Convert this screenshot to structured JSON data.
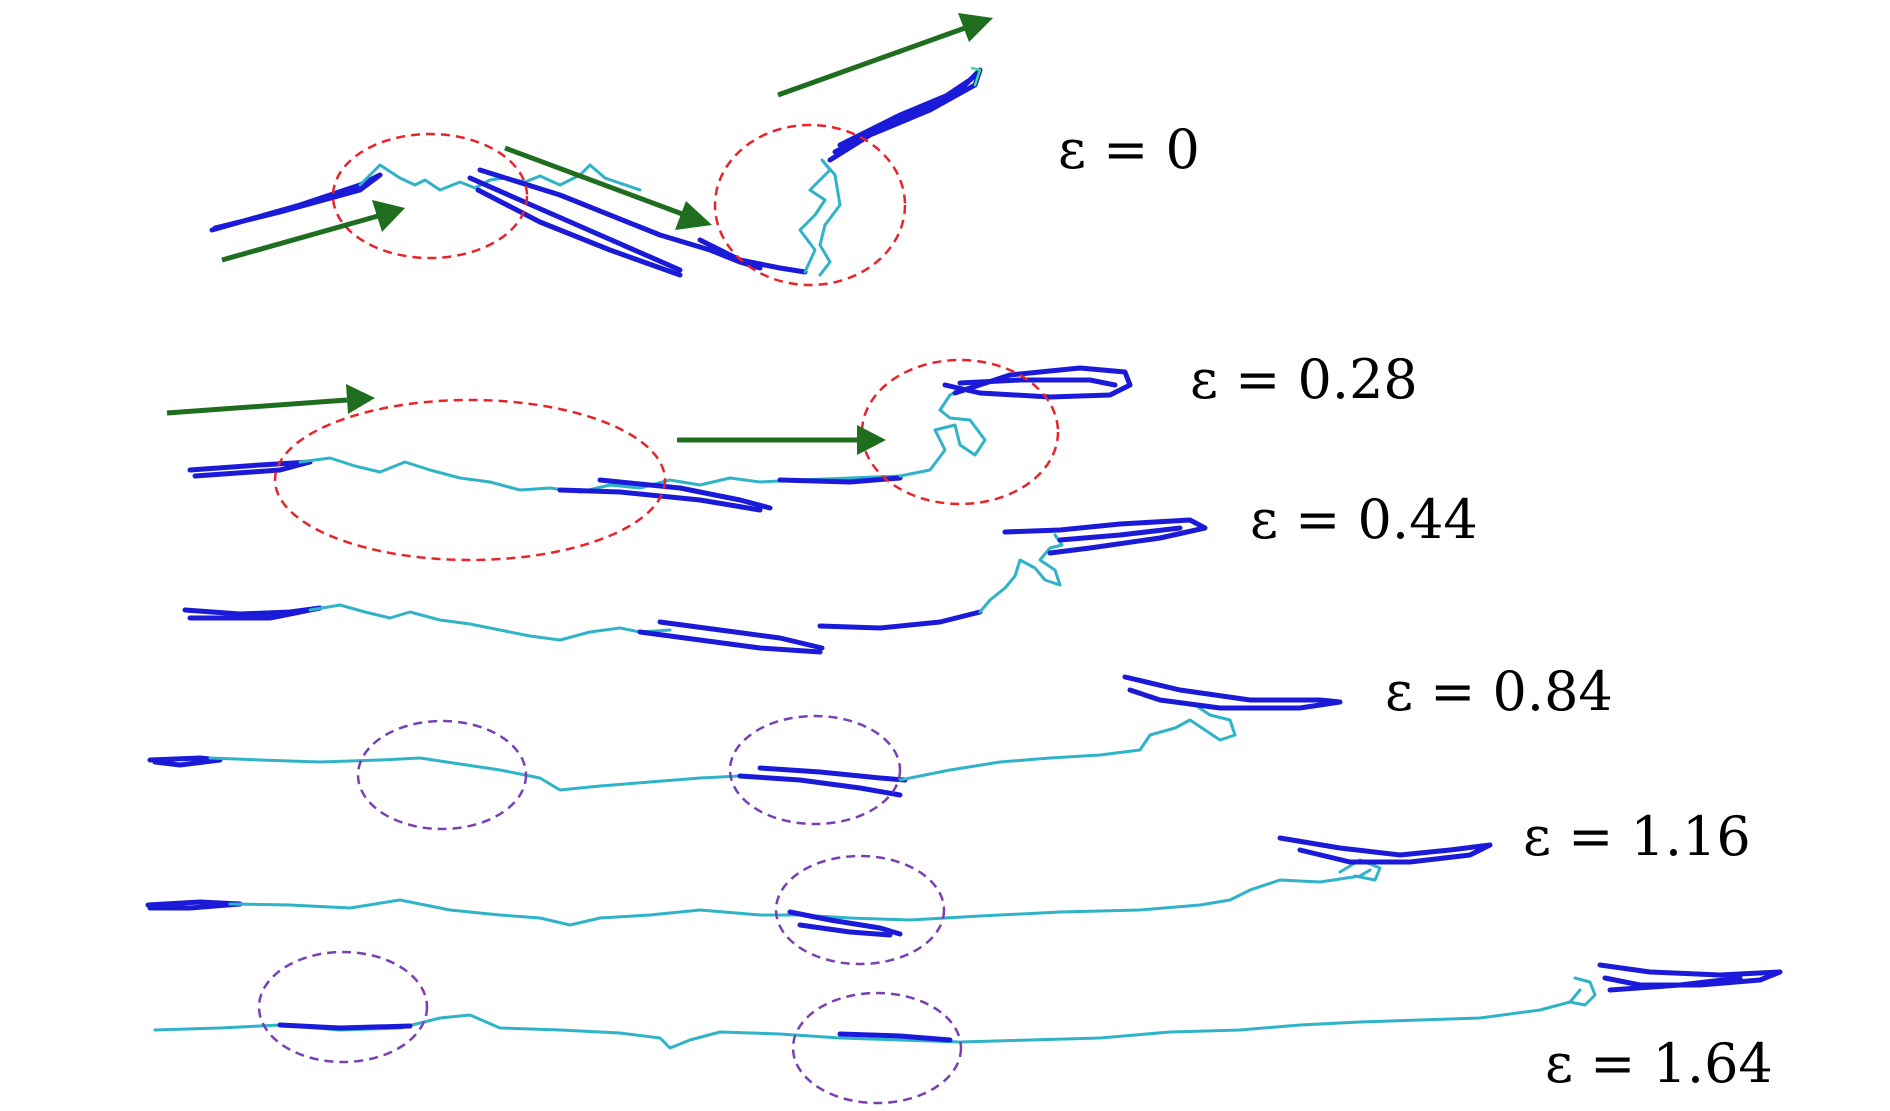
{
  "labels": {
    "eps_0": "ε = 0",
    "eps_028": "ε = 0.28",
    "eps_044": "ε = 0.44",
    "eps_084": "ε = 0.84",
    "eps_116": "ε = 1.16",
    "eps_164": "ε = 1.64"
  },
  "colors": {
    "chain_primary": "#1a1ad8",
    "chain_secondary": "#2fb3c8",
    "chain_highlight": "#3ee08a",
    "arrow": "#1f6e1f",
    "red_marker": "#e8232b",
    "purple_marker": "#7a3fb5"
  }
}
